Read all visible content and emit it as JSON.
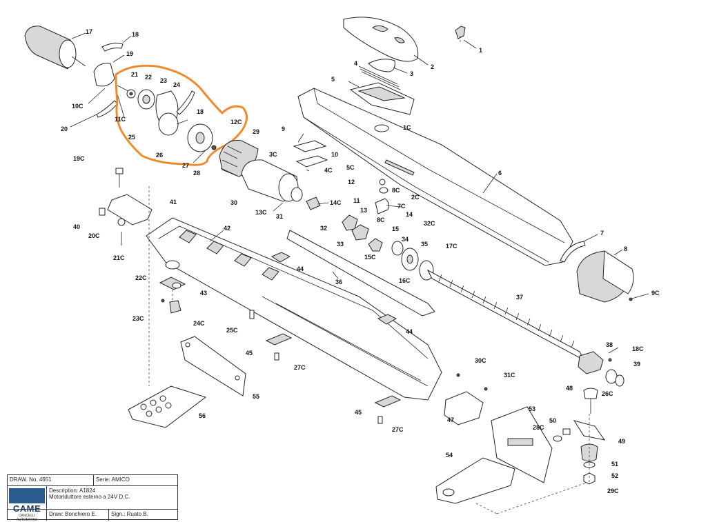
{
  "title_block": {
    "draw_no": "DRAW. No. 4651",
    "series": "Serie: AMICO",
    "description_label": "Description: A1824",
    "description_text": "Motoriduttore esterno a 24V  D.C.",
    "drawn_by": "Draw: Bonchiero E.",
    "signed_by": "Sign.: Ruato B.",
    "logo_text": "CAME",
    "logo_sub": "CANCELLI AUTOMATICI"
  },
  "highlight_color": "#f08a2c",
  "part_labels": {
    "l1": "1",
    "l2": "2",
    "l3": "3",
    "l4": "4",
    "l5": "5",
    "l1c": "1C",
    "l6": "6",
    "l7": "7",
    "l8": "8",
    "l9c": "9C",
    "l9": "9",
    "l10": "10",
    "l3c": "3C",
    "l4c": "4C",
    "l5c": "5C",
    "l12": "12",
    "l8c_a": "8C",
    "l11": "11",
    "l2c": "2C",
    "l7c": "7C",
    "l13": "13",
    "l14": "14",
    "l8c_b": "8C",
    "l15": "15",
    "l32c": "32C",
    "l17": "17",
    "l18a": "18",
    "l19": "19",
    "l21": "21",
    "l22": "22",
    "l23": "23",
    "l24": "24",
    "l10c": "10C",
    "l11c": "11C",
    "l20": "20",
    "l18b": "18",
    "l12c": "12C",
    "l25": "25",
    "l29": "29",
    "l26": "26",
    "l27": "27",
    "l28": "28",
    "l19c": "19C",
    "l41": "41",
    "l40": "40",
    "l20c": "20C",
    "l21c": "21C",
    "l42": "42",
    "l30": "30",
    "l13c": "13C",
    "l31": "31",
    "l14c": "14C",
    "l32": "32",
    "l33": "33",
    "l34": "34",
    "l35": "35",
    "l15c": "15C",
    "l17c": "17C",
    "l16c": "16C",
    "l22c": "22C",
    "l43": "43",
    "l44a": "44",
    "l36": "36",
    "l37": "37",
    "l23c": "23C",
    "l24c": "24C",
    "l25c": "25C",
    "l44b": "44",
    "l45a": "45",
    "l27c_a": "27C",
    "l55": "55",
    "l56": "56",
    "l38": "38",
    "l18c": "18C",
    "l39": "39",
    "l26c": "26C",
    "l30c": "30C",
    "l31c": "31C",
    "l45b": "45",
    "l27c_b": "27C",
    "l47": "47",
    "l48": "48",
    "l53": "53",
    "l50": "50",
    "l28c": "28C",
    "l49": "49",
    "l51": "51",
    "l52": "52",
    "l29c": "29C",
    "l54": "54"
  }
}
